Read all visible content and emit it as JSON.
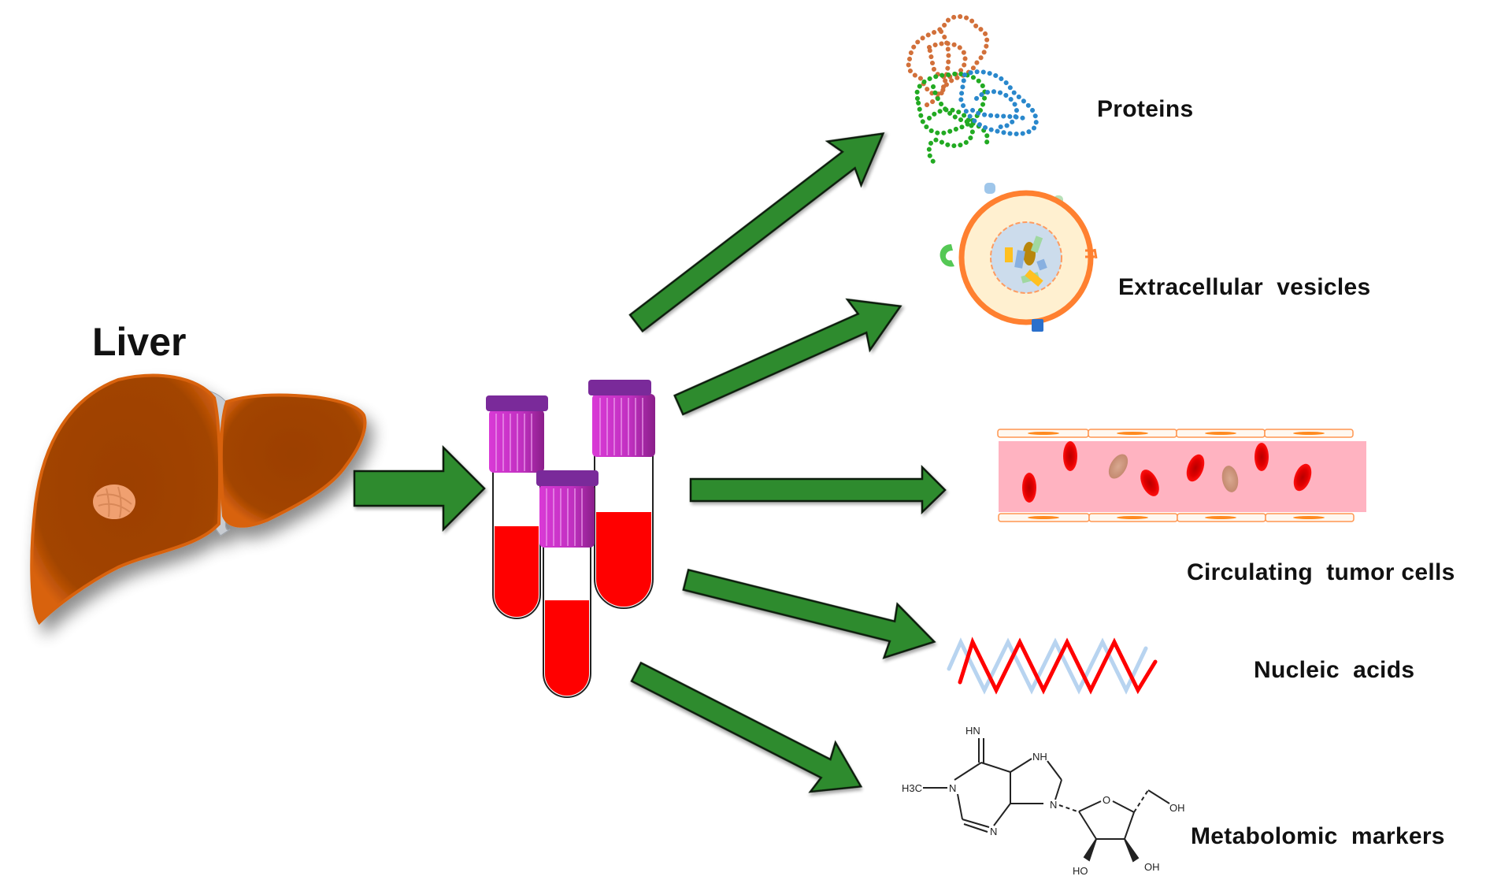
{
  "figure": {
    "source_label": "Liver",
    "sample": "blood-collection-tubes",
    "biomarkers": [
      {
        "id": "proteins",
        "label": "Proteins",
        "icon": "protein-chains-icon"
      },
      {
        "id": "extracellular-vesicles",
        "label": "Extracellular  vesicles",
        "icon": "vesicle-icon"
      },
      {
        "id": "circulating-tumor-cells",
        "label": "Circulating  tumor cells",
        "icon": "blood-vessel-icon"
      },
      {
        "id": "nucleic-acids",
        "label": "Nucleic  acids",
        "icon": "dna-helix-icon"
      },
      {
        "id": "metabolomic-markers",
        "label": "Metabolomic  markers",
        "icon": "molecule-structure-icon"
      }
    ],
    "molecule_atoms": {
      "hn": "HN",
      "nh": "NH",
      "h3c": "H3C",
      "n1": "N",
      "n2": "N",
      "n3": "N",
      "o": "O",
      "oh1": "OH",
      "oh2": "OH",
      "ho": "HO"
    }
  },
  "colors": {
    "arrow_fill": "#2e8b2e",
    "arrow_stroke": "#0a1a0a",
    "liver": "#a04000",
    "liver_edge": "#d86010",
    "tumor": "#f0a070",
    "tube_cap": "#7a2a9a",
    "tube_ribs": "#cc33cc",
    "blood": "#ff0000",
    "vessel_lumen": "#ffb3c1",
    "dna_strand_a": "#ff0000",
    "dna_strand_b": "#b8d4f0",
    "protein_a": "#d2703a",
    "protein_b": "#22aa22",
    "protein_c": "#2a88cc",
    "vesicle_membrane": "#ff8030",
    "vesicle_inner": "#fff0d0",
    "vesicle_core": "#ccdcec"
  }
}
